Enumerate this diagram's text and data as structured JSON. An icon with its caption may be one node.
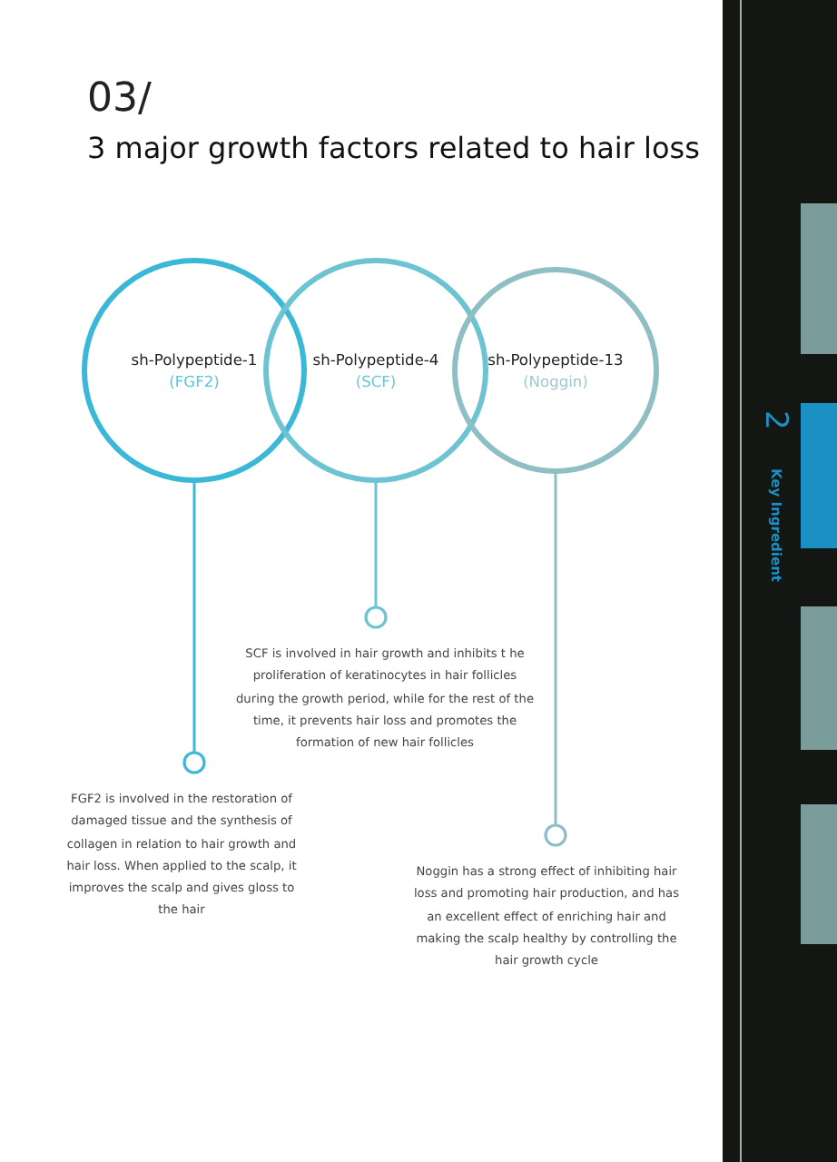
{
  "diagram": {
    "title": "3 major growth factors related to hair loss",
    "nodes": [
      {
        "text": [
          "sh-Polypeptide-1",
          "(FGF2)"
        ]
      },
      {
        "text": [
          "sh-Polypeptide-4",
          "(SCF)"
        ]
      },
      {
        "text": [
          "sh-Polypeptide-13",
          "(Noggin)"
        ]
      },
      {
        "text": [
          "FGF2 is involved in the restoration of damaged tissue and the synthesis of collagen in relation to hair growth and hair loss. When applied to the scalp, it improves the scalp and gives gloss to the hair"
        ]
      },
      {
        "text": [
          "SCF is involved in hair growth and inhibits t he proliferation of keratinocytes in hair follicles during the growth period, while for the rest of the time, it prevents hair loss and promotes the formation of new hair follicles"
        ]
      },
      {
        "text": [
          "Noggin has a strong effect of inhibiting hair loss and promoting hair production, and has an excellent effect of enriching hair and making the scalp healthy by controlling the hair growth cycle"
        ]
      }
    ],
    "edges": [
      {
        "from": 0,
        "to": 3,
        "arrow": "other"
      },
      {
        "from": 1,
        "to": 4,
        "arrow": "other"
      },
      {
        "from": 2,
        "to": 5,
        "arrow": "other"
      }
    ],
    "labels": [
      "03/",
      "2",
      "Key Ingredient"
    ]
  }
}
